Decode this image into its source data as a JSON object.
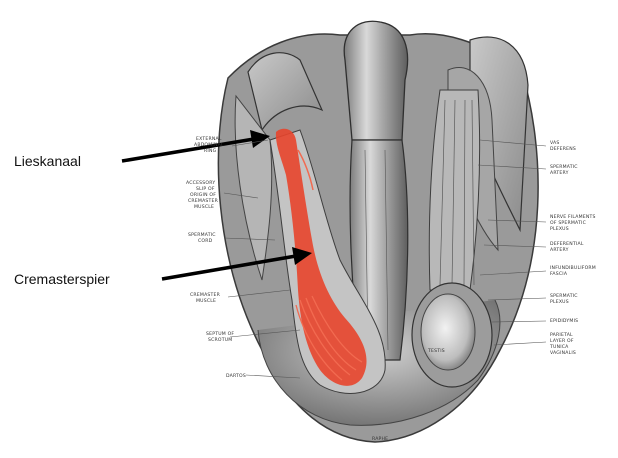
{
  "callouts": {
    "inguinal_canal": "Lieskanaal",
    "cremaster": "Cremasterspier"
  },
  "left_labels": {
    "external_ring": [
      "EXTERNAL",
      "ABDOMINAL",
      "RING"
    ],
    "accessory_slip": [
      "ACCESSORY",
      "SLIP OF",
      "ORIGIN OF",
      "CREMASTER",
      "MUSCLE"
    ],
    "spermatic_cord": [
      "SPERMATIC",
      "CORD"
    ],
    "cremaster_muscle": [
      "CREMASTER",
      "MUSCLE"
    ],
    "septum": [
      "SEPTUM OF",
      "SCROTUM"
    ],
    "dartos": "DARTOS"
  },
  "right_labels": {
    "vas_deferens": [
      "VAS",
      "DEFERENS"
    ],
    "spermatic_artery": [
      "SPERMATIC",
      "ARTERY"
    ],
    "nerve_filaments": [
      "NERVE FILAMENTS",
      "OF SPERMATIC",
      "PLEXUS"
    ],
    "deferential_artery": [
      "DEFERENTIAL",
      "ARTERY"
    ],
    "infundibuliform": [
      "INFUNDIBULIFORM",
      "FASCIA"
    ],
    "spermatic_plexus": [
      "SPERMATIC",
      "PLEXUS"
    ],
    "epididymis": "EPIDIDYMIS",
    "parietal_layer": [
      "PARIETAL",
      "LAYER OF",
      "TUNICA",
      "VAGINALIS"
    ]
  },
  "center_labels": {
    "testis": "TESTIS",
    "raphe": "RAPHE"
  },
  "colors": {
    "highlight": "#e8452c",
    "arrow": "#000000"
  }
}
